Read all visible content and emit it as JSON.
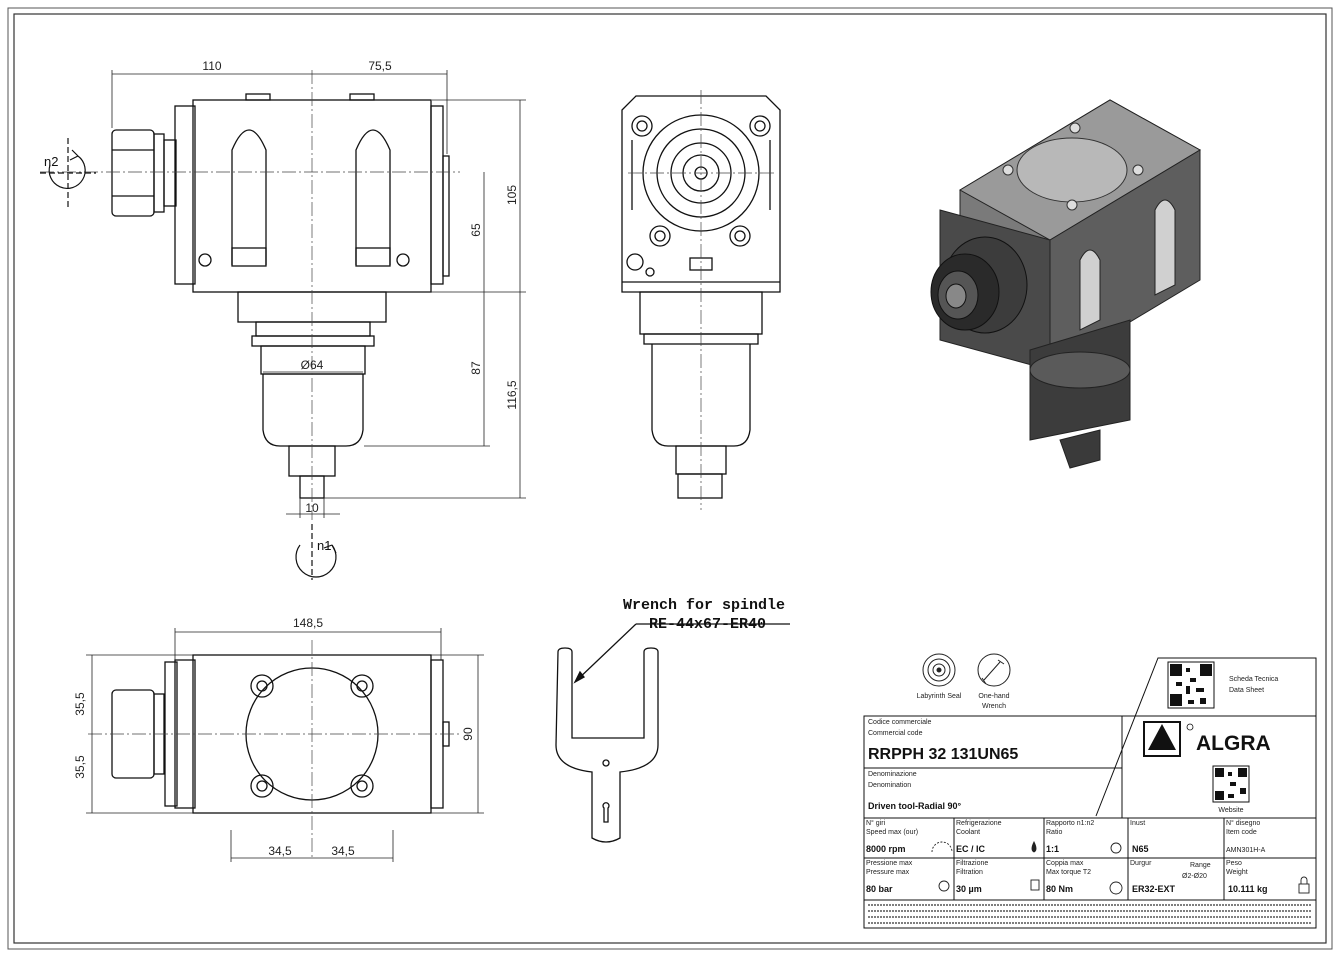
{
  "dimensions": {
    "side_left": "110",
    "side_right": "75,5",
    "height_105": "105",
    "height_65": "65",
    "height_87": "87",
    "height_116": "116,5",
    "diameter": "Ø64",
    "shank": "10",
    "bottom_width": "148,5",
    "bottom_h1": "35,5",
    "bottom_h2": "35,5",
    "bottom_90": "90",
    "bottom_w1": "34,5",
    "bottom_w2": "34,5"
  },
  "rotation": {
    "n1": "n1",
    "n2": "n2"
  },
  "wrench": {
    "line1": "Wrench for spindle",
    "line2": "RE-44x67-ER40"
  },
  "icons": {
    "seal_label": "Labyrinth Seal",
    "wrench_label_1": "One-hand",
    "wrench_label_2": "Wrench"
  },
  "title_block": {
    "sheet_label_1": "Scheda Tecnica",
    "sheet_label_2": "Data Sheet",
    "website_label": "Website",
    "brand": "ALGRA",
    "code_label_it": "Codice commerciale",
    "code_label_en": "Commercial code",
    "code_value": "RRPPH 32 131UN65",
    "denom_label_it": "Denominazione",
    "denom_label_en": "Denomination",
    "denom_value": "Driven tool-Radial 90°",
    "fields": [
      {
        "label_it": "N° giri",
        "label_en": "Speed max (our)",
        "value": "8000 rpm"
      },
      {
        "label_it": "Refrigerazione",
        "label_en": "Coolant",
        "value": "EC / IC"
      },
      {
        "label_it": "Rapporto n1:n2",
        "label_en": "Ratio",
        "value": "1:1"
      },
      {
        "label_it": "Inust",
        "label_en": "",
        "value": "N65"
      },
      {
        "label_it": "N° disegno",
        "label_en": "Item code",
        "value": "AMN301H-A"
      },
      {
        "label_it": "Pressione max",
        "label_en": "Pressure max",
        "value": "80 bar"
      },
      {
        "label_it": "Filtrazione",
        "label_en": "Filtration",
        "value": "30 µm"
      },
      {
        "label_it": "Coppia max",
        "label_en": "Max torque T2",
        "value": "80 Nm"
      },
      {
        "label_it": "Durgur",
        "label_en": "",
        "value": "ER32-EXT"
      },
      {
        "label_it": "Peso",
        "label_en": "Weight",
        "value": "10.111 kg"
      }
    ],
    "range_label": "Range",
    "range_value": "Ø2-Ø20"
  },
  "colors": {
    "line": "#111111",
    "model_dark": "#3c3c3c",
    "model_mid": "#7a7a7a",
    "model_light": "#b8b8b8",
    "brand": "#111111"
  }
}
